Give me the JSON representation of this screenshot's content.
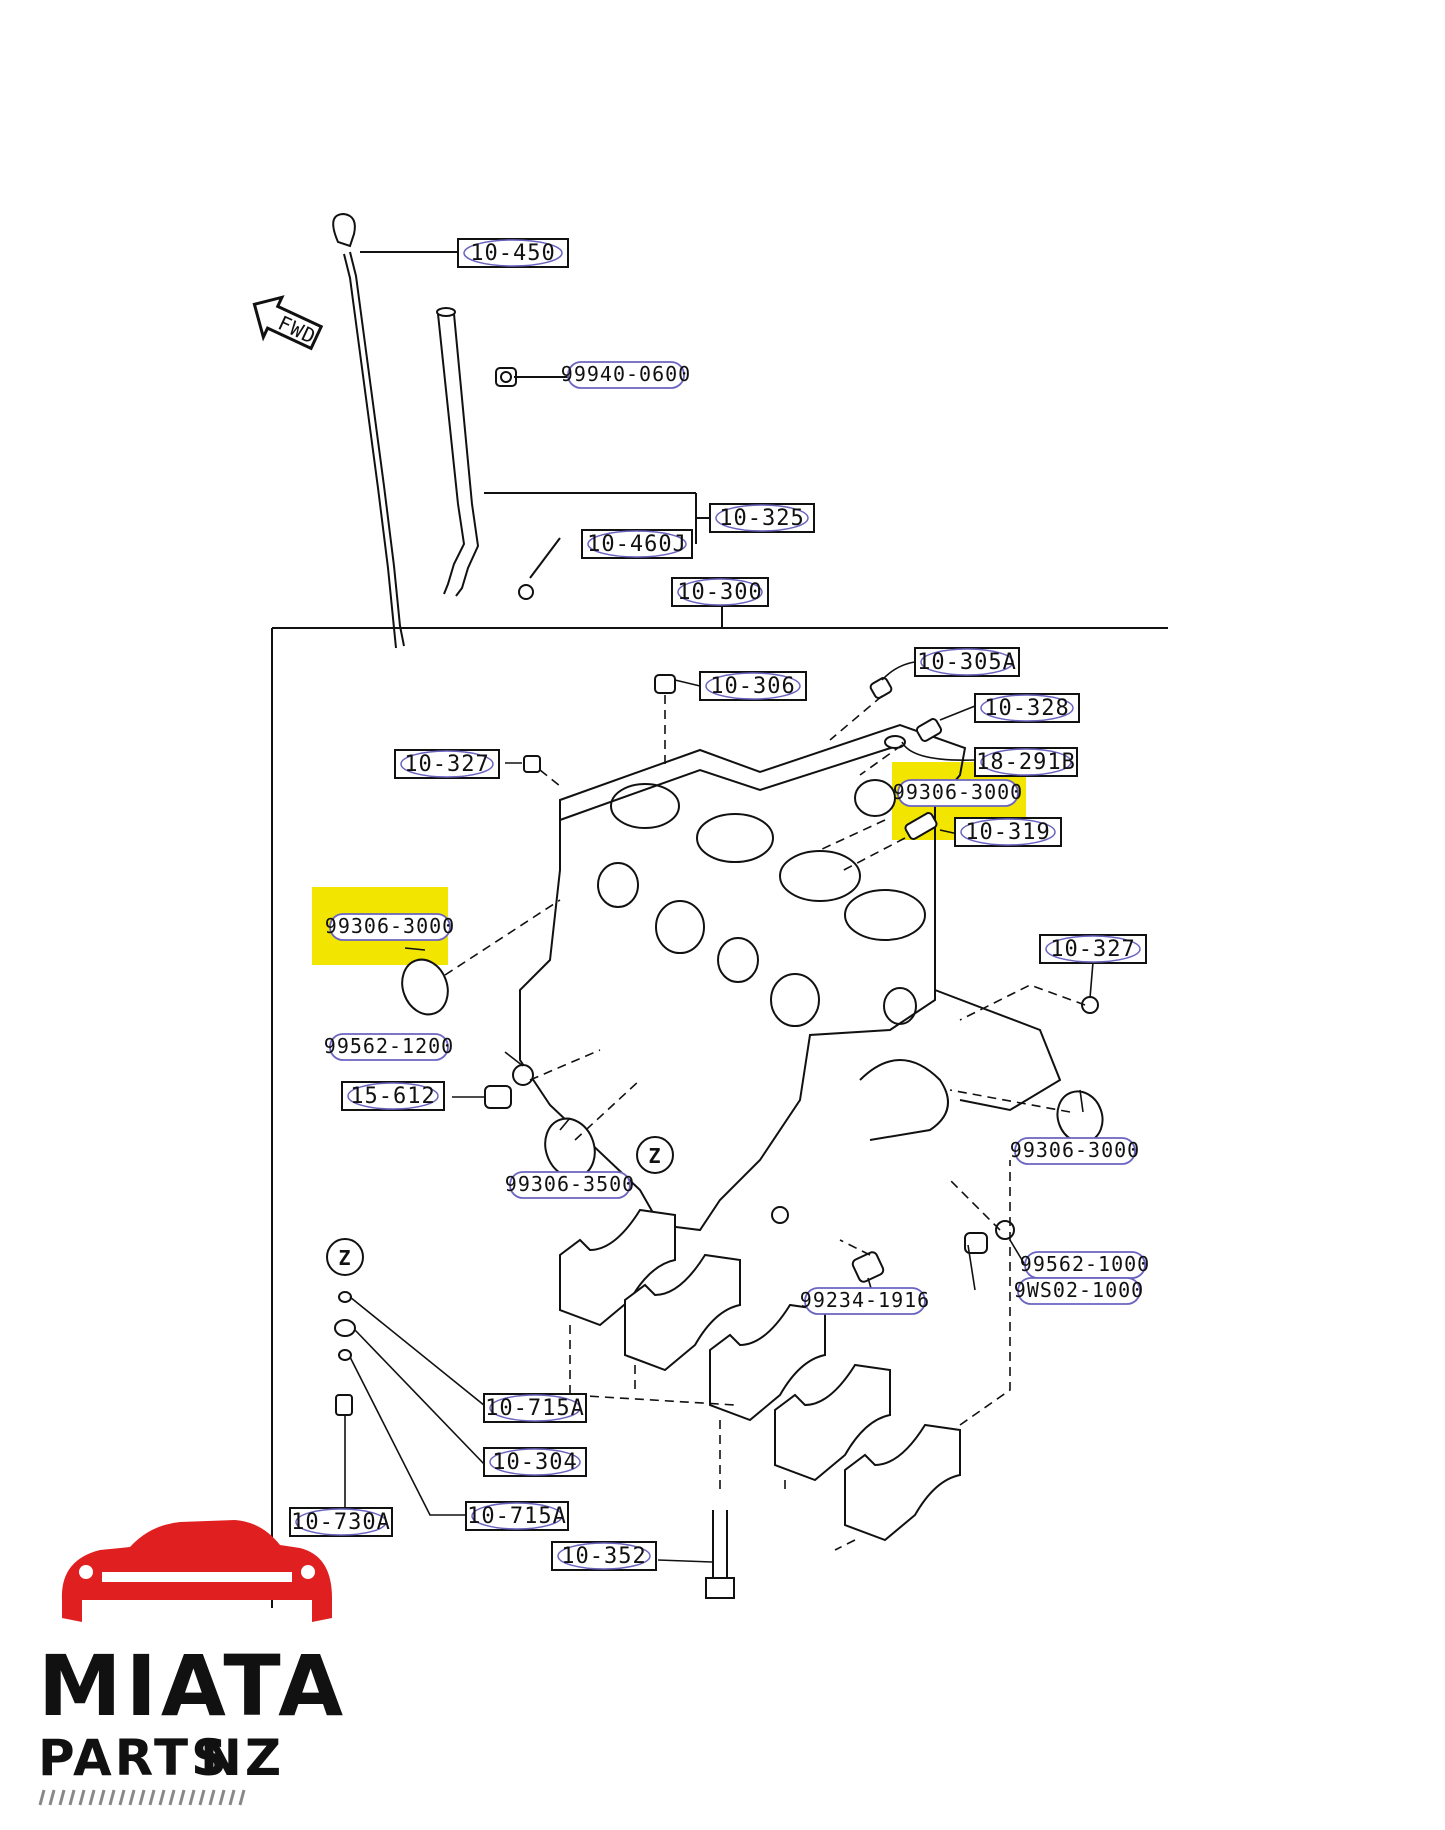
{
  "diagram": {
    "fwd_label": "FWD",
    "zone_marker": "Z",
    "highlight_color": "#f2e600",
    "line_color": "#111111",
    "oval_color": "#6a64c0",
    "box_labels": [
      {
        "id": "p10-450",
        "label": "10-450"
      },
      {
        "id": "p10-325",
        "label": "10-325"
      },
      {
        "id": "p10-460j",
        "label": "10-460J"
      },
      {
        "id": "p10-300",
        "label": "10-300"
      },
      {
        "id": "p10-306",
        "label": "10-306"
      },
      {
        "id": "p10-305a",
        "label": "10-305A"
      },
      {
        "id": "p10-328",
        "label": "10-328"
      },
      {
        "id": "p18-291b",
        "label": "18-291B"
      },
      {
        "id": "p10-319",
        "label": "10-319"
      },
      {
        "id": "p10-327a",
        "label": "10-327"
      },
      {
        "id": "p10-327b",
        "label": "10-327"
      },
      {
        "id": "p15-612",
        "label": "15-612"
      },
      {
        "id": "p10-715a1",
        "label": "10-715A"
      },
      {
        "id": "p10-304",
        "label": "10-304"
      },
      {
        "id": "p10-715a2",
        "label": "10-715A"
      },
      {
        "id": "p10-730a",
        "label": "10-730A"
      },
      {
        "id": "p10-352",
        "label": "10-352"
      }
    ],
    "oval_labels": [
      {
        "id": "o99940-0600",
        "label": "99940-0600"
      },
      {
        "id": "o99306-3000a",
        "label": "99306-3000"
      },
      {
        "id": "o99306-3000b",
        "label": "99306-3000"
      },
      {
        "id": "o99562-1200",
        "label": "99562-1200"
      },
      {
        "id": "o99306-3500",
        "label": "99306-3500"
      },
      {
        "id": "o99306-3000c",
        "label": "99306-3000"
      },
      {
        "id": "o99562-1000",
        "label": "99562-1000"
      },
      {
        "id": "o9ws02-1000",
        "label": "9WS02-1000"
      },
      {
        "id": "o99234-1916",
        "label": "99234-1916"
      }
    ]
  },
  "logo": {
    "line1": "MIATA",
    "line2a": "PARTS",
    "line2b": "NZ",
    "brand_color": "#e02020"
  }
}
